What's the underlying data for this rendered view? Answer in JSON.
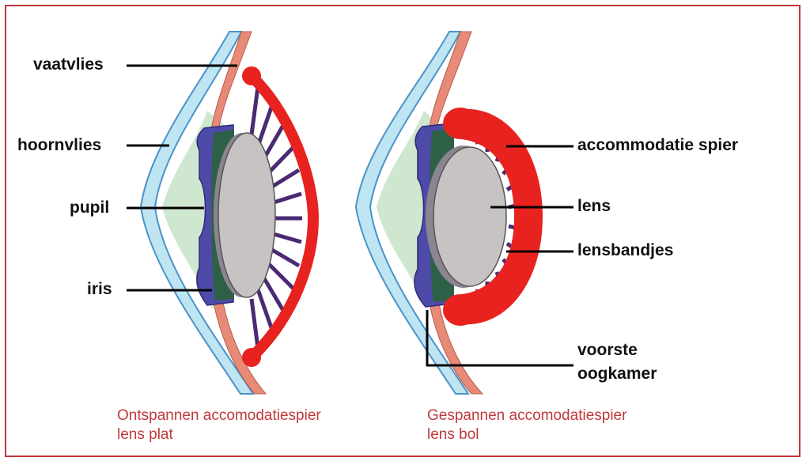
{
  "labels": {
    "vaatvlies": "vaatvlies",
    "hoornvlies": "hoornvlies",
    "pupil": "pupil",
    "iris": "iris",
    "accommodatie_spier": "accommodatie spier",
    "lens": "lens",
    "lensbandjes": "lensbandjes",
    "voorste_line1": "voorste",
    "voorste_line2": "oogkamer"
  },
  "captions": {
    "left_line1": "Ontspannen accomodatiespier",
    "left_line2": "lens plat",
    "right_line1": "Gespannen accomodatiespier",
    "right_line2": "lens bol"
  },
  "colors": {
    "frame": "#c0393b",
    "caption": "#c0393b",
    "cornea": "#bfe4f2",
    "cornea_line": "#4a93c9",
    "choroid": "#e88a78",
    "chamber": "#cfe6cf",
    "iris": "#4e4aa8",
    "lens": "#c7c3c3",
    "muscle": "#e8231f",
    "zonule": "#4a2a72"
  }
}
